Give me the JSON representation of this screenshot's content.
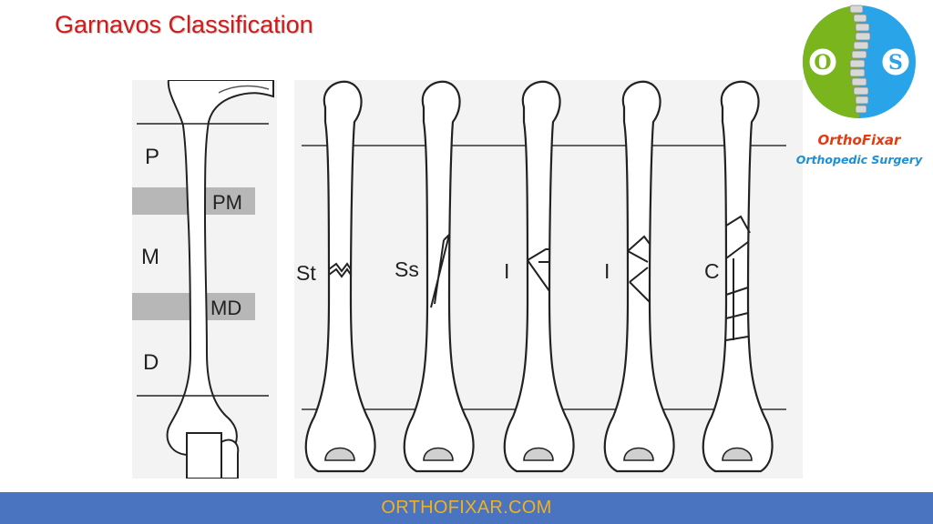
{
  "title": "Garnavos Classification",
  "zones": {
    "proximal": "P",
    "proximal_middle": "PM",
    "middle": "M",
    "middle_distal": "MD",
    "distal": "D"
  },
  "fracture_types": [
    {
      "label": "St"
    },
    {
      "label": "Ss"
    },
    {
      "label": "I"
    },
    {
      "label": "I"
    },
    {
      "label": "C"
    }
  ],
  "logo": {
    "left_letter": "O",
    "right_letter": "S",
    "name": "OrthoFixar",
    "tagline": "Orthopedic Surgery",
    "colors": {
      "left": "#7ab51d",
      "right": "#2aa4e8",
      "name": "#e23b14",
      "tagline": "#1b8fd8"
    }
  },
  "footer": {
    "text": "ORTHOFIXAR.COM",
    "colors": {
      "background": "#4a73c0",
      "text": "#f2b21b"
    }
  },
  "colors": {
    "title": "#d11b1b",
    "band": "#b5b5b5"
  }
}
